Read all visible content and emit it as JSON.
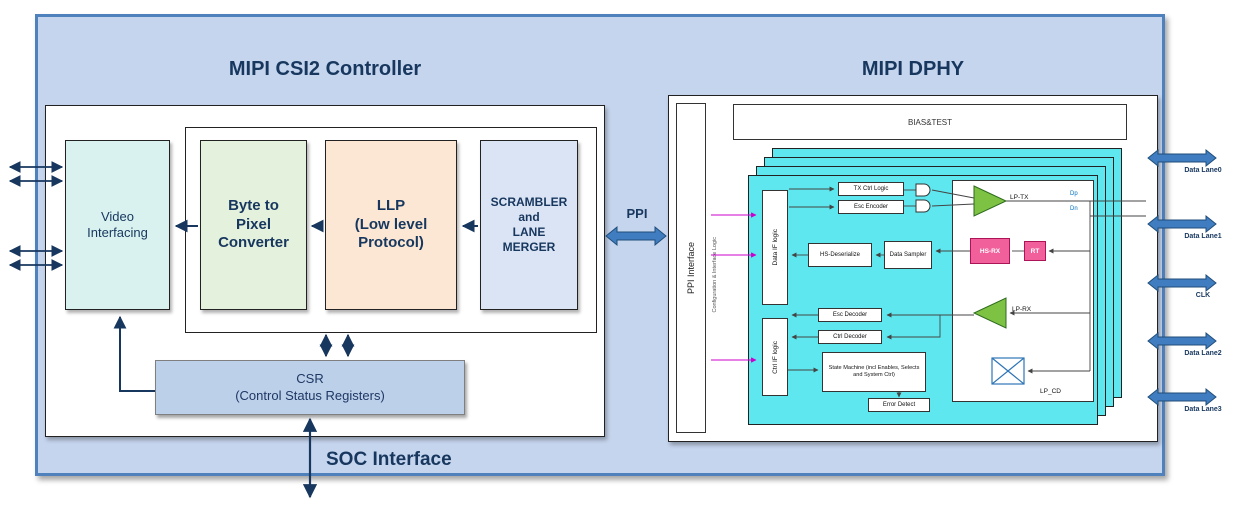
{
  "csi2": {
    "title": "MIPI CSI2 Controller",
    "video_interfacing": "Video\nInterfacing",
    "byte_to_pixel": "Byte to\nPixel\nConverter",
    "llp": "LLP\n(Low level\nProtocol)",
    "scrambler": "SCRAMBLER\nand\nLANE\nMERGER",
    "csr": "CSR\n(Control Status Registers)"
  },
  "interfaces": {
    "ppi": "PPI",
    "soc": "SOC Interface"
  },
  "dphy": {
    "title": "MIPI DPHY",
    "ppi_interface": "PPI Interface",
    "config_logic": "Configuration & Interface Logic",
    "bias_test": "BIAS&TEST",
    "data_if": "Data IF logic",
    "tx_ctrl": "TX Ctrl Logic",
    "esc_encoder": "Esc Encoder",
    "hs_deserialize": "HS-Deserialize",
    "data_sampler": "Data Sampler",
    "esc_decoder": "Esc Decoder",
    "ctrl_decoder": "Ctrl Decoder",
    "ctrl_if": "Ctrl IF logic",
    "state_machine": "State Machine (incl Enables, Selects and System Ctrl)",
    "error_detect": "Error Detect",
    "lp_tx": "LP-TX",
    "hs_rx": "HS-RX",
    "rt": "RT",
    "lp_rx": "LP-RX",
    "lp_cd": "LP_CD",
    "dp": "Dp",
    "dn": "Dn"
  },
  "io_lanes": [
    "Data Lane0",
    "Data Lane1",
    "CLK",
    "Data Lane2",
    "Data Lane3"
  ],
  "colors": {
    "panel_bg": "#c6d5ee",
    "panel_border": "#4f81bd",
    "title_text": "#17375e",
    "video_bg": "#d9f2f0",
    "byte_bg": "#e4f1dc",
    "llp_bg": "#fbe7d3",
    "scrambler_bg": "#dbe4f4",
    "csr_bg": "#bcd0ea",
    "lane_bg": "#5ee7ee",
    "lp_amp_green": "#7dc243",
    "hs_rx_pink": "#f2609c",
    "io_arrow_blue": "#3f7cc0"
  }
}
